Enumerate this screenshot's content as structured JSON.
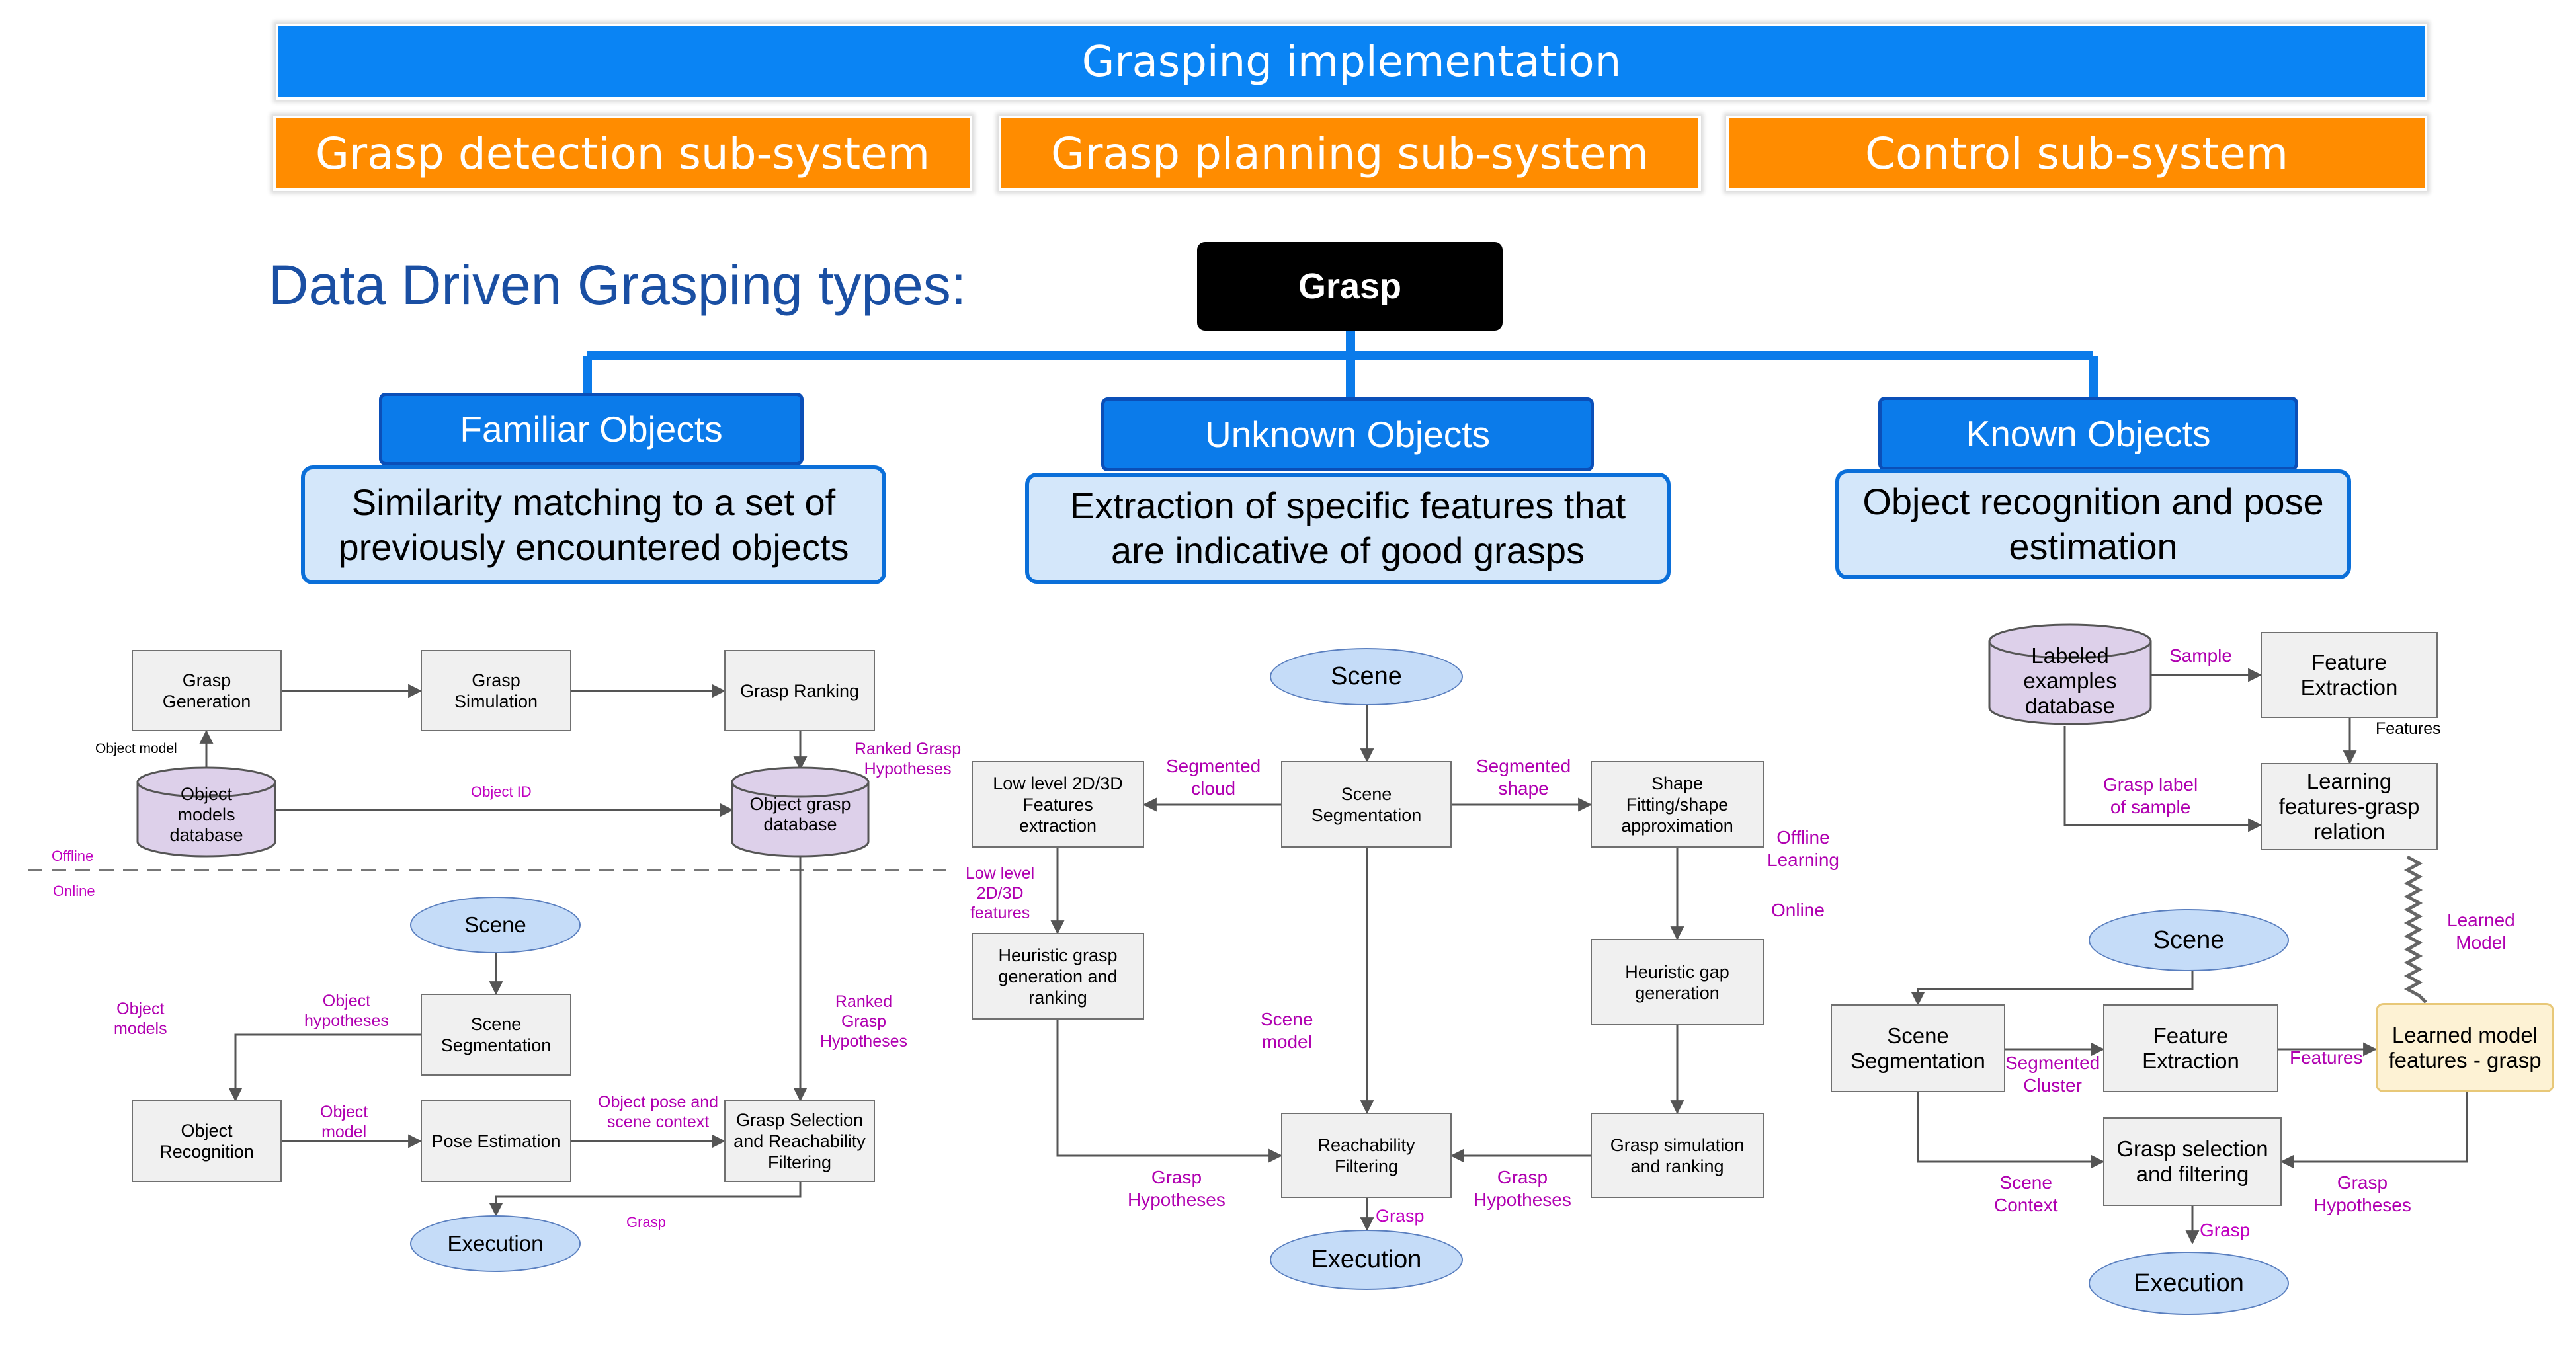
{
  "header": {
    "implementation": "Grasping implementation",
    "subsystems": [
      "Grasp detection sub-system",
      "Grasp planning sub-system",
      "Control sub-system"
    ]
  },
  "title": "Data Driven Grasping types:",
  "root": "Grasp",
  "categories": [
    {
      "name": "Familiar Objects",
      "desc_line1": "Similarity matching to a set of",
      "desc_line2": "previously encountered objects"
    },
    {
      "name": "Unknown Objects",
      "desc_line1": "Extraction of specific features that",
      "desc_line2": "are indicative of good grasps"
    },
    {
      "name": "Known Objects",
      "desc_line1": "Object recognition and pose",
      "desc_line2": "estimation"
    }
  ],
  "familiar": {
    "grasp_generation": "Grasp\nGeneration",
    "grasp_simulation": "Grasp\nSimulation",
    "grasp_ranking": "Grasp Ranking",
    "object_model_label": "Object model",
    "object_models_db": "Object\nmodels\ndatabase",
    "object_id_label": "Object ID",
    "object_grasp_db": "Object grasp\ndatabase",
    "ranked_hyp_label_1": "Ranked Grasp\nHypotheses",
    "offline": "Offline",
    "online": "Online",
    "scene": "Scene",
    "object_models_label": "Object\nmodels",
    "object_hypotheses_label": "Object\nhypotheses",
    "scene_segmentation": "Scene\nSegmentation",
    "ranked_hyp_label_2": "Ranked\nGrasp\nHypotheses",
    "object_recognition": "Object\nRecognition",
    "object_model_label_2": "Object\nmodel",
    "pose_estimation": "Pose Estimation",
    "pose_context_label": "Object pose and\nscene context",
    "grasp_selection": "Grasp Selection\nand Reachability\nFiltering",
    "execution": "Execution",
    "grasp_label": "Grasp"
  },
  "unknown": {
    "scene": "Scene",
    "scene_segmentation": "Scene\nSegmentation",
    "segmented_cloud": "Segmented\ncloud",
    "segmented_shape": "Segmented\nshape",
    "low_level": "Low level 2D/3D\nFeatures\nextraction",
    "shape_fitting": "Shape\nFitting/shape\napproximation",
    "low_level_label": "Low level\n2D/3D\nfeatures",
    "offline_learning": "Offline\nLearning",
    "online": "Online",
    "heuristic_ranking": "Heuristic grasp\ngeneration and\nranking",
    "heuristic_gap": "Heuristic gap\ngeneration",
    "scene_model": "Scene\nmodel",
    "reachability": "Reachability\nFiltering",
    "grasp_sim_ranking": "Grasp simulation\nand ranking",
    "grasp_hyp_left": "Grasp\nHypotheses",
    "grasp_hyp_right": "Grasp\nHypotheses",
    "grasp_label": "Grasp",
    "execution": "Execution"
  },
  "known": {
    "labeled_db": "Labeled\nexamples\ndatabase",
    "sample": "Sample",
    "feature_extraction_top": "Feature\nExtraction",
    "features_label_top": "Features",
    "grasp_label_sample": "Grasp label\nof sample",
    "learning": "Learning\nfeatures-grasp\nrelation",
    "learned_model_label": "Learned\nModel",
    "scene": "Scene",
    "scene_segmentation": "Scene\nSegmentation",
    "segmented_cluster": "Segmented\nCluster",
    "feature_extraction": "Feature\nExtraction",
    "features_label": "Features",
    "learned_model": "Learned model\nfeatures - grasp",
    "grasp_selection": "Grasp selection\nand filtering",
    "scene_context": "Scene\nContext",
    "grasp_hypotheses": "Grasp\nHypotheses",
    "grasp_label": "Grasp",
    "execution": "Execution"
  },
  "colors": {
    "header_blue": "#0a84f4",
    "subsystem_orange": "#ff8c00",
    "title_blue": "#1a4fa3",
    "category_blue": "#0b7bea",
    "desc_fill": "#d4e7fa",
    "label_magenta": "#b000b0",
    "database_fill": "#ddd0ea",
    "learned_fill": "#fdf2d4"
  }
}
